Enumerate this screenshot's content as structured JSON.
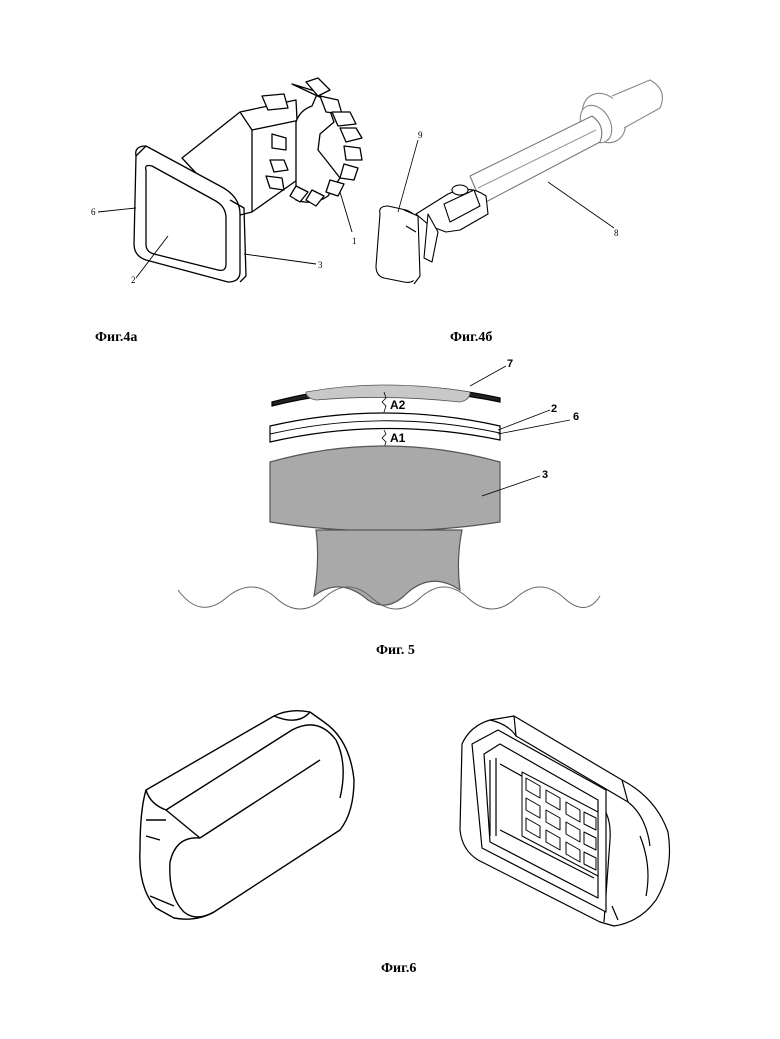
{
  "fig4a": {
    "caption": "Фиг.4а",
    "labels": {
      "l1": "1",
      "l2": "2",
      "l3": "3",
      "l6": "6"
    }
  },
  "fig4b": {
    "caption": "Фиг.4б",
    "labels": {
      "l8": "8",
      "l9": "9"
    }
  },
  "fig5": {
    "caption": "Фиг. 5",
    "gaps": {
      "a1": "A1",
      "a2": "A2"
    },
    "labels": {
      "l2": "2",
      "l3": "3",
      "l6": "6",
      "l7": "7"
    },
    "colors": {
      "block": "#a9a9a9",
      "lining": "#c8c8c8"
    }
  },
  "fig6": {
    "caption": "Фиг.6"
  }
}
